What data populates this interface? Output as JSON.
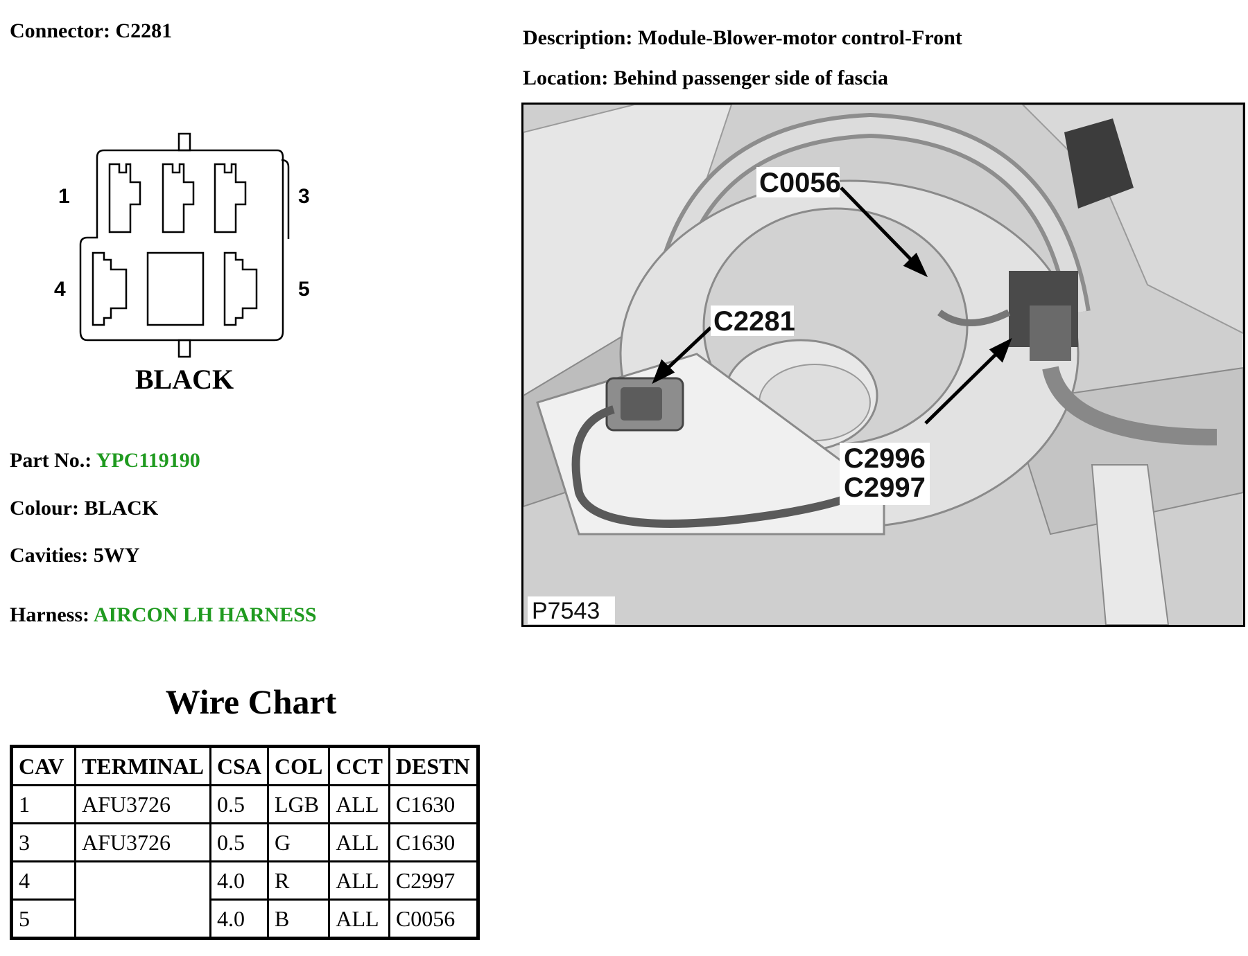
{
  "connector": {
    "label": "Connector:",
    "value": "C2281"
  },
  "description": {
    "label": "Description:",
    "value": "Module-Blower-motor control-Front"
  },
  "location": {
    "label": "Location:",
    "value": "Behind passenger side of fascia"
  },
  "pinout": {
    "pin_labels": [
      "1",
      "3",
      "4",
      "5"
    ],
    "colour_label": "BLACK"
  },
  "part_no": {
    "label": "Part No.:",
    "value": "YPC119190",
    "value_color": "#1f9a1f"
  },
  "colour": {
    "label": "Colour:",
    "value": "BLACK"
  },
  "cavities": {
    "label": "Cavities:",
    "value": "5WY"
  },
  "harness": {
    "label": "Harness:",
    "value": "AIRCON LH HARNESS",
    "value_color": "#1f9a1f"
  },
  "photo": {
    "callouts": [
      "C0056",
      "C2281",
      "C2996",
      "C2997"
    ],
    "figure_id": "P7543"
  },
  "wire_chart": {
    "title": "Wire Chart",
    "headers": [
      "CAV",
      "TERMINAL",
      "CSA",
      "COL",
      "CCT",
      "DESTN"
    ],
    "rows": [
      [
        "1",
        "AFU3726",
        "0.5",
        "LGB",
        "ALL",
        "C1630"
      ],
      [
        "3",
        "AFU3726",
        "0.5",
        "G",
        "ALL",
        "C1630"
      ],
      [
        "4",
        "",
        "4.0",
        "R",
        "ALL",
        "C2997"
      ],
      [
        "5",
        "",
        "4.0",
        "B",
        "ALL",
        "C0056"
      ]
    ]
  }
}
